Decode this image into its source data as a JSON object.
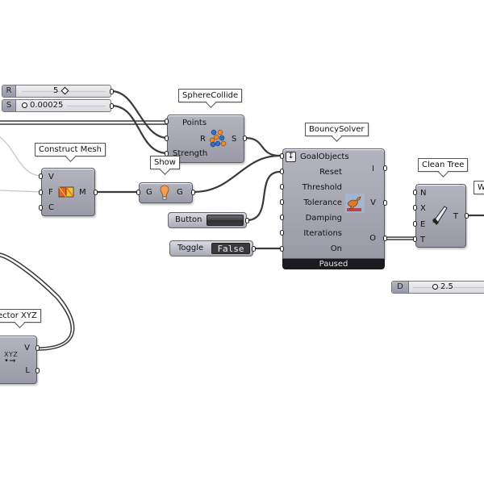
{
  "canvas": {
    "background": "#ffffff",
    "wire_color": "#3a3a3a"
  },
  "sliders": [
    {
      "key": "R",
      "value": "5",
      "handle": "diamond"
    },
    {
      "key": "S",
      "value": "0.00025",
      "handle": "circle"
    },
    {
      "key": "D",
      "value": "2.5",
      "handle": "circle"
    }
  ],
  "components": {
    "sphere_collide": {
      "title": "SphereCollide",
      "inputs": [
        "Points",
        "R",
        "Strength"
      ],
      "outputs": [
        "S"
      ],
      "icon": "sphere-collide-icon"
    },
    "construct_mesh": {
      "title": "Construct Mesh",
      "inputs": [
        "V",
        "F",
        "C"
      ],
      "outputs": [
        "M"
      ],
      "icon": "mesh-icon"
    },
    "show": {
      "title": "Show",
      "inputs": [
        "G"
      ],
      "outputs": [
        "G"
      ],
      "icon": "lightbulb-icon"
    },
    "bouncy_solver": {
      "title": "BouncySolver",
      "inputs": [
        "GoalObjects",
        "Reset",
        "Threshold",
        "Tolerance",
        "Damping",
        "Iterations",
        "On"
      ],
      "outputs": [
        "I",
        "V",
        "O"
      ],
      "status": "Paused",
      "icon": "kangaroo-icon"
    },
    "clean_tree": {
      "title": "Clean Tree",
      "inputs": [
        "N",
        "X",
        "E",
        "T"
      ],
      "outputs": [
        "T"
      ],
      "icon": "saw-icon"
    },
    "vector_xyz": {
      "title": "ector XYZ",
      "inputs": [],
      "outputs": [
        "V",
        "L"
      ],
      "icon": "vector-xyz-icon",
      "icon_text": "XYZ"
    },
    "partial_right": {
      "title": "W"
    }
  },
  "button": {
    "label": "Button"
  },
  "toggle": {
    "label": "Toggle",
    "value": "False"
  }
}
